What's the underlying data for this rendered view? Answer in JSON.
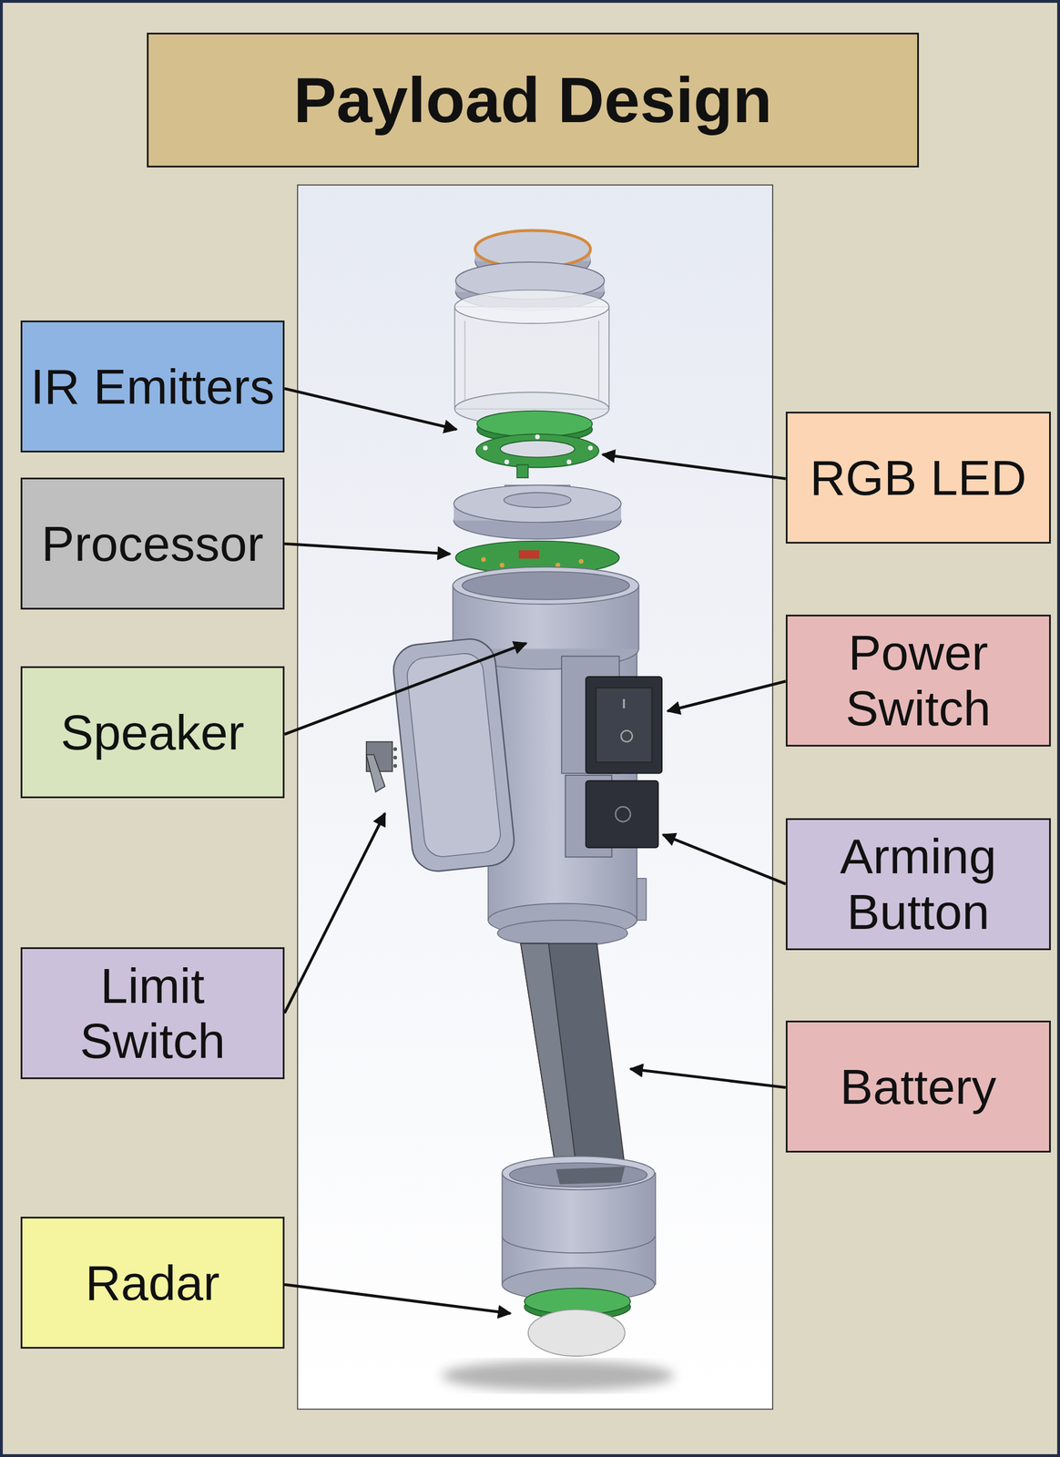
{
  "diagram": {
    "title": "Payload Design",
    "nodes": [
      {
        "text": [
          "IR Emitters"
        ]
      },
      {
        "text": [
          "RGB LED"
        ]
      },
      {
        "text": [
          "Processor"
        ]
      },
      {
        "text": [
          "Power Switch"
        ]
      },
      {
        "text": [
          "Speaker"
        ]
      },
      {
        "text": [
          "Arming Button"
        ]
      },
      {
        "text": [
          "Limit Switch"
        ]
      },
      {
        "text": [
          "Battery"
        ]
      },
      {
        "text": [
          "Radar"
        ]
      }
    ]
  }
}
